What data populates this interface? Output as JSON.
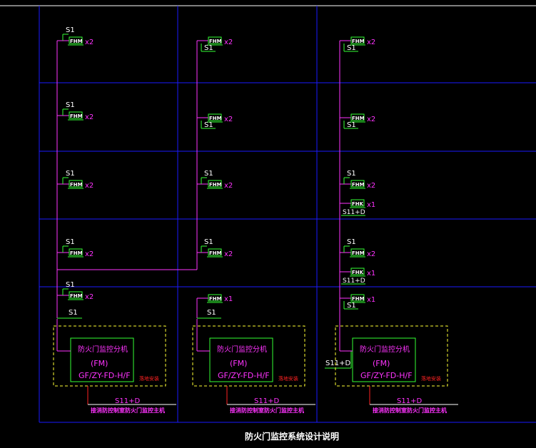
{
  "colors": {
    "background": "#000000",
    "grid": "#1a1aff",
    "trunk": "#ff33ff",
    "device": "#33ff33",
    "dashed_box": "#ffff33",
    "panel_text": "#ff33ff",
    "accent_red": "#ff2222",
    "white": "#ffffff"
  },
  "labels": {
    "s1": "S1",
    "fhm": "FHM",
    "fhk": "FHK",
    "x1": "x1",
    "x2": "x2",
    "s11d": "S11+D",
    "panel_line1": "防火门监控分机",
    "panel_line2": "(FM)",
    "panel_line3": "GF/ZY-FD-H/F",
    "panel_tag": "落地安装",
    "bus_label": "S11+D",
    "bus_caption": "接消防控制室防火门监控主机",
    "page_caption": "防火门监控系统设计说明"
  }
}
